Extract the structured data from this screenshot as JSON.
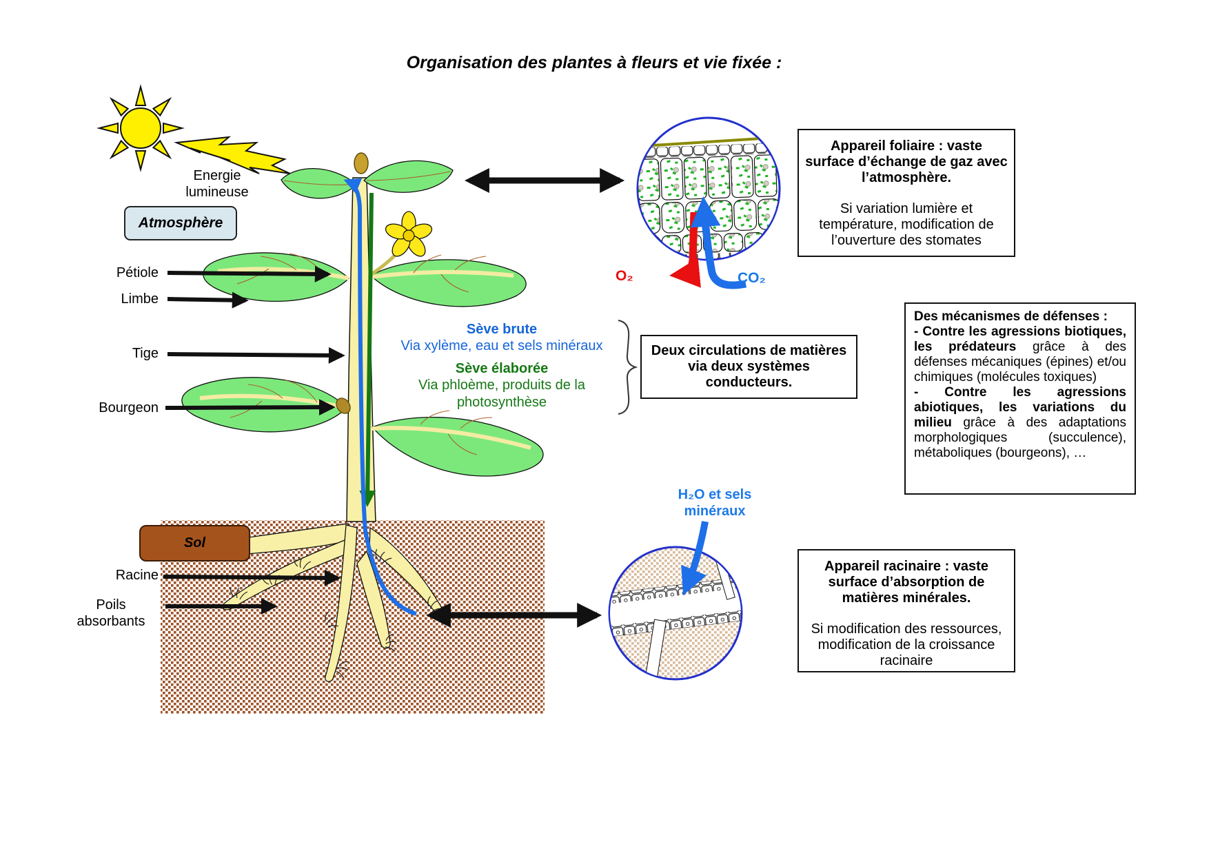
{
  "title": "Organisation des plantes à fleurs et vie fixée :",
  "plant_labels": {
    "energie": "Energie lumineuse",
    "atmosphere": "Atmosphère",
    "petiole": "Pétiole",
    "limbe": "Limbe",
    "tige": "Tige",
    "bourgeon": "Bourgeon",
    "sol": "Sol",
    "racine": "Racine",
    "poils_absorbants": "Poils absorbants"
  },
  "sap": {
    "brute_title": "Sève brute",
    "brute_desc": "Via xylème, eau et sels minéraux",
    "elaboree_title": "Sève élaborée",
    "elaboree_desc": "Via phloème, produits de la photosynthèse"
  },
  "gases": {
    "o2": "O₂",
    "co2": "CO₂",
    "h2o": "H₂O et sels minéraux"
  },
  "boxes": {
    "circulations": "Deux circulations de matières via deux systèmes conducteurs.",
    "foliaire": {
      "bold": "Appareil foliaire : vaste surface d’échange de gaz avec l’atmosphère.",
      "normal": "Si variation lumière et température, modification de l’ouverture des stomates"
    },
    "defenses": {
      "title": "Des mécanismes de défenses :",
      "b1_bold": "- Contre les agressions biotiques, les prédateurs",
      "b1_normal": " grâce à des défenses mécaniques (épines) et/ou chimiques (molécules toxiques)",
      "b2_bold": "- Contre les agressions abiotiques, les variations du milieu",
      "b2_normal": " grâce à des adaptations morphologiques (succulence), métaboliques (bourgeons), …"
    },
    "racinaire": {
      "bold": "Appareil racinaire : vaste surface d’absorption de matières minérales.",
      "normal": "Si modification des ressources, modification de la croissance racinaire"
    }
  },
  "colors": {
    "sap_blue": "#1565d8",
    "sap_green": "#157815",
    "o2_red": "#e81010",
    "gas_blue": "#1c7ae8",
    "leaf_green": "#7ce87c",
    "soil_brown": "#9c5227",
    "circle_blue": "#2230cc"
  }
}
